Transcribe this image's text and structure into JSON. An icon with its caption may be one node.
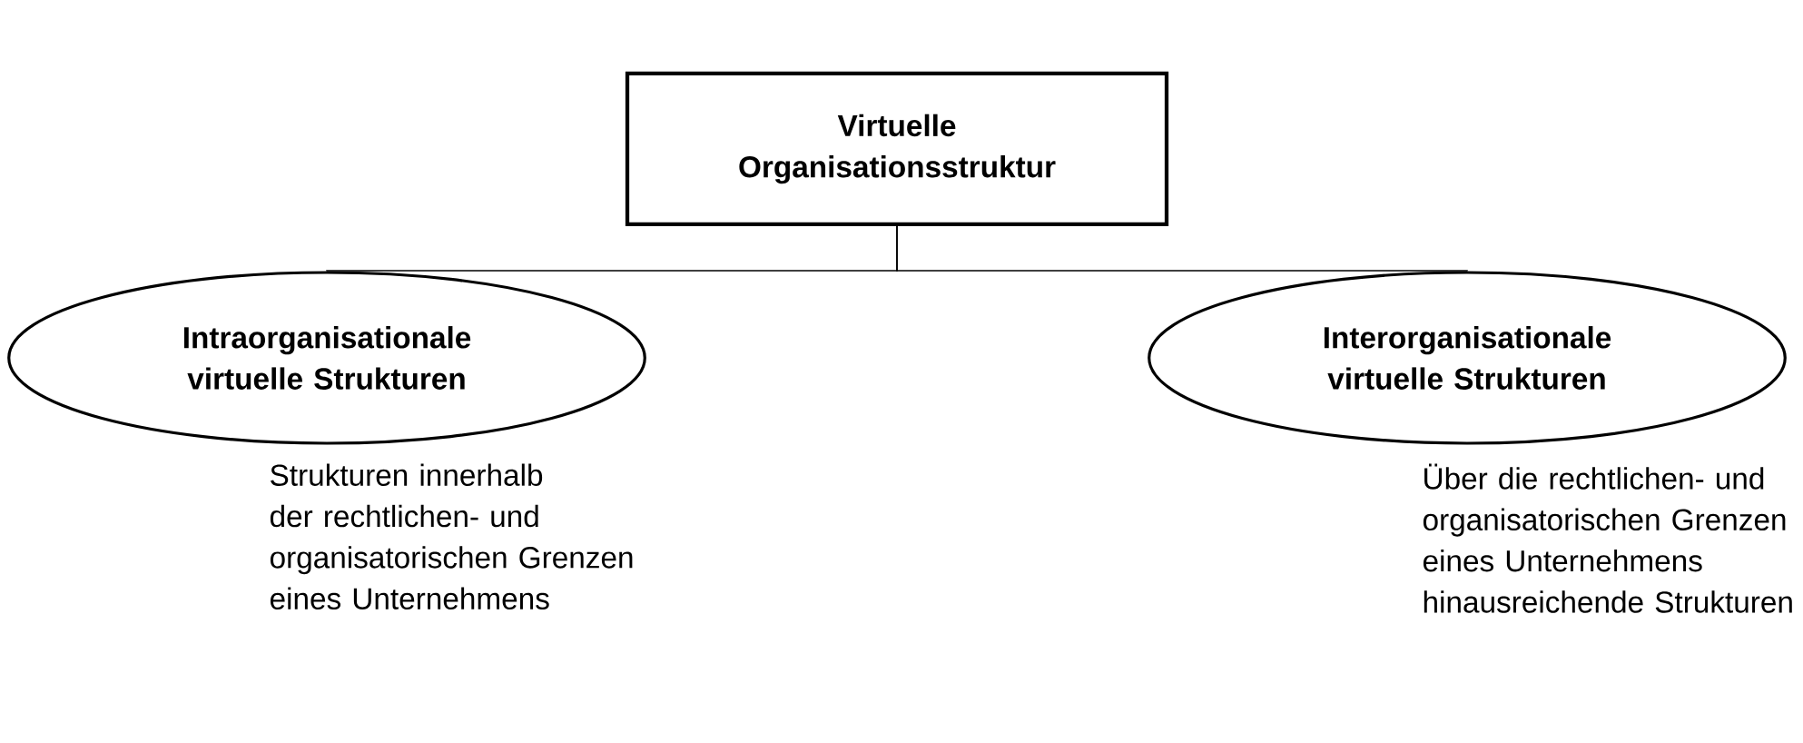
{
  "diagram": {
    "nodes": [
      {
        "text": [
          "Virtuelle Organisationsstruktur"
        ]
      },
      {
        "text": [
          "Intraorganisationale virtuelle Strukturen"
        ],
        "beside": [
          "Strukturen innerhalb der rechtlichen- und organisatorischen Grenzen eines Unternehmens"
        ]
      },
      {
        "text": [
          "Interorganisationale virtuelle Strukturen"
        ],
        "beside": [
          "Über die rechtlichen- und organisatorischen Grenzen eines Unternehmens hinausreichende Strukturen"
        ]
      }
    ],
    "edges": [
      {
        "from": 0,
        "to": 1,
        "arrow": "none"
      },
      {
        "from": 0,
        "to": 2,
        "arrow": "none"
      }
    ]
  }
}
